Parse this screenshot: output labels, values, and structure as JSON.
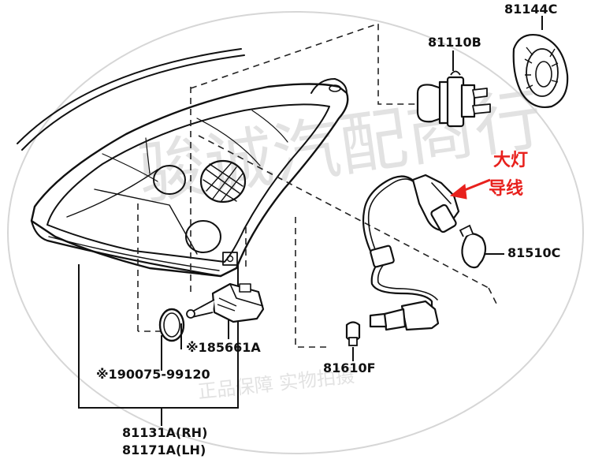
{
  "callout": {
    "line1": "大灯",
    "line2": "导线",
    "color": "#e8211d"
  },
  "parts": {
    "p81144c": "81144C",
    "p81110b": "81110B",
    "p81510c": "81510C",
    "p85661a": "※185661A",
    "p90075": "※190075-99120",
    "p81610f": "81610F",
    "p81131a": "81131A(RH)",
    "p81171a": "81171A(LH)"
  },
  "watermark": {
    "shop": "骏诚汽配商行",
    "guarantee": "正品保障 实物拍摄"
  },
  "icons": [
    "headlamp-assembly-icon",
    "bulb-h4-icon",
    "socket-cover-icon",
    "wire-harness-icon",
    "wedge-bulb-icon",
    "leveling-motor-icon",
    "o-ring-icon"
  ]
}
